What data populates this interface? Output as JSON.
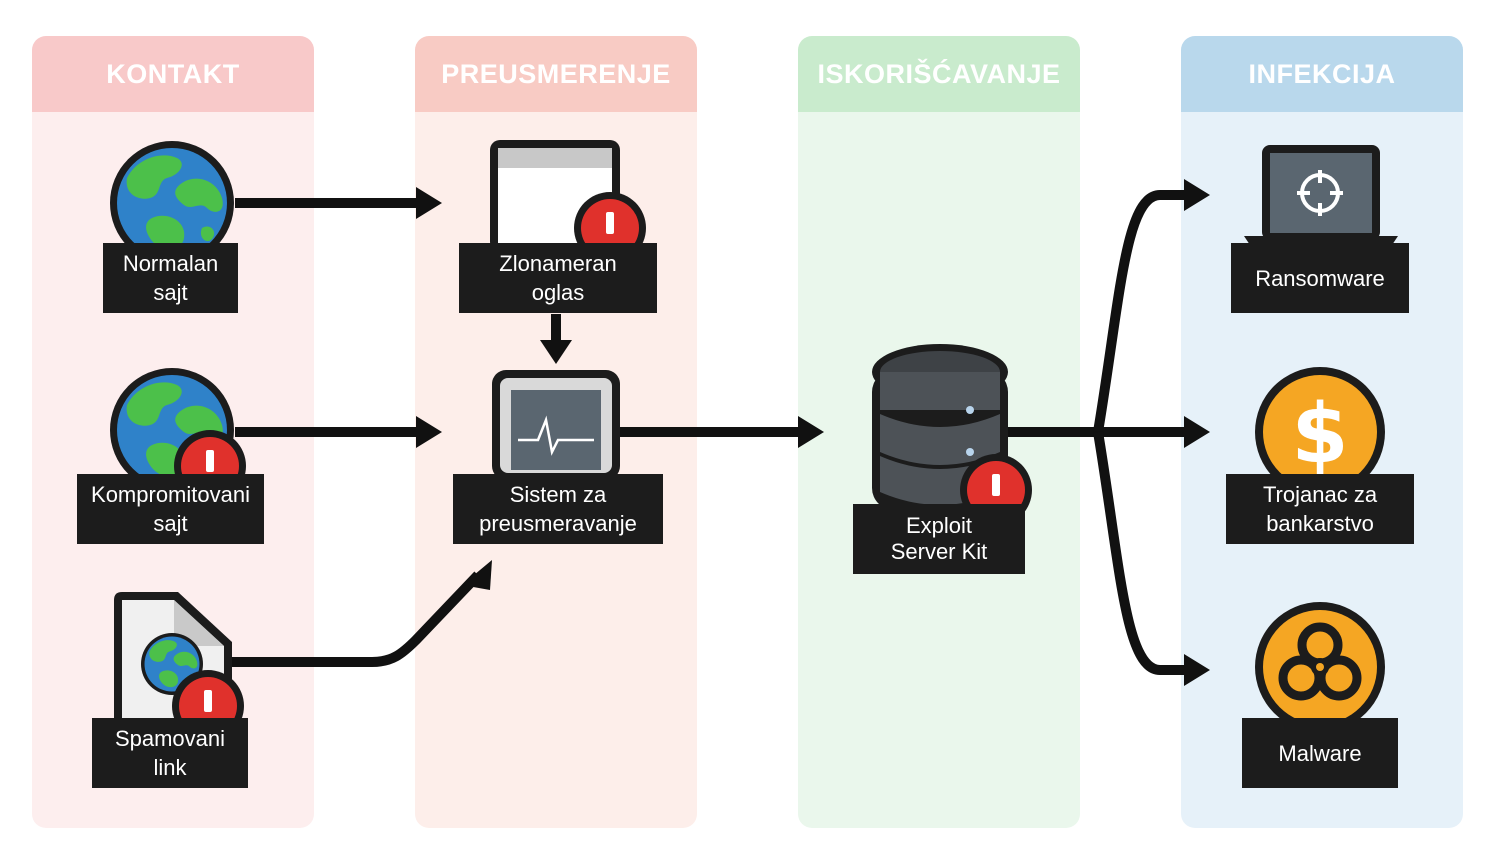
{
  "columns": [
    {
      "title": "KONTAKT",
      "head_color": "#f8c9c9",
      "body_color": "#fdeeee"
    },
    {
      "title": "PREUSMERENJE",
      "head_color": "#f8cbc4",
      "body_color": "#fdeeea"
    },
    {
      "title": "ISKORIŠĆAVANJE",
      "head_color": "#c9ebcd",
      "body_color": "#eaf7ec"
    },
    {
      "title": "INFEKCIJA",
      "head_color": "#b9d8ec",
      "body_color": "#e6f1f9"
    }
  ],
  "nodes": {
    "normal_site": {
      "line1": "Normalan",
      "line2": "sajt",
      "icon": "globe-icon"
    },
    "compromised_site": {
      "line1": "Kompromitovani",
      "line2": "sajt",
      "icon": "globe-alert-icon"
    },
    "spam_link": {
      "line1": "Spamovani",
      "line2": "link",
      "icon": "document-globe-alert-icon"
    },
    "malicious_ad": {
      "line1": "Zlonameran",
      "line2": "oglas",
      "icon": "browser-window-alert-icon"
    },
    "redirect_system": {
      "line1": "Sistem za",
      "line2": "preusmeravanje",
      "icon": "monitor-pulse-icon"
    },
    "exploit_kit": {
      "line1": "Exploit",
      "line2": "Server Kit",
      "icon": "database-server-alert-icon"
    },
    "ransomware": {
      "line1": "Ransomware",
      "icon": "laptop-target-icon"
    },
    "banking_trojan": {
      "line1": "Trojanac za",
      "line2": "bankarstvo",
      "icon": "dollar-coin-icon"
    },
    "malware": {
      "line1": "Malware",
      "icon": "biohazard-icon"
    }
  },
  "colors": {
    "label_bg": "#1c1c1c",
    "arrow": "#111111",
    "globe_ocean": "#2f82c9",
    "globe_land": "#4cc04a",
    "alert_red": "#e0312c",
    "coin_orange": "#f5a623"
  }
}
